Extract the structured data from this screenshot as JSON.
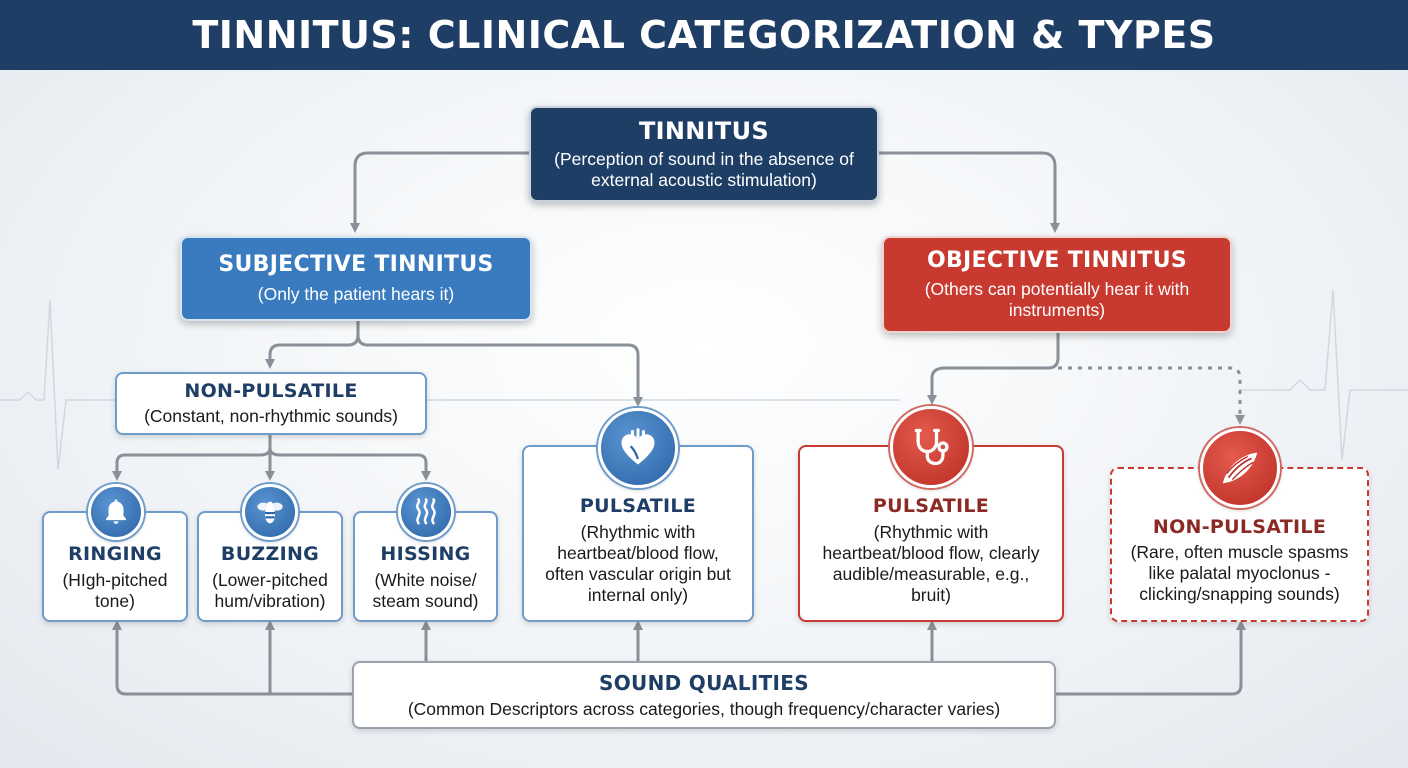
{
  "header": {
    "title": "TINNITUS: CLINICAL CATEGORIZATION & TYPES"
  },
  "root": {
    "title": "TINNITUS",
    "sub": "(Perception of sound in the absence of external acoustic stimulation)"
  },
  "subjective": {
    "title": "SUBJECTIVE TINNITUS",
    "sub": "(Only the patient hears it)"
  },
  "objective": {
    "title": "OBJECTIVE TINNITUS",
    "sub": "(Others can potentially hear it with instruments)"
  },
  "subj_nonpulsatile": {
    "title": "NON-PULSATILE",
    "sub": "(Constant, non-rhythmic sounds)"
  },
  "ringing": {
    "title": "RINGING",
    "sub": "(HIgh-pitched tone)",
    "icon": "bell-icon"
  },
  "buzzing": {
    "title": "BUZZING",
    "sub": "(Lower-pitched hum/vibration)",
    "icon": "bee-icon"
  },
  "hissing": {
    "title": "HISSING",
    "sub": "(White noise/ steam sound)",
    "icon": "steam-icon"
  },
  "subj_pulsatile": {
    "title": "PULSATILE",
    "sub": "(Rhythmic with heartbeat/blood flow, often vascular origin but internal only)",
    "icon": "heart-icon"
  },
  "obj_pulsatile": {
    "title": "PULSATILE",
    "sub": "(Rhythmic with heartbeat/blood flow, clearly audible/measurable, e.g., bruit)",
    "icon": "stethoscope-icon"
  },
  "obj_nonpulsatile": {
    "title": "NON-PULSATILE",
    "sub": "(Rare, often muscle spasms like palatal myoclonus - clicking/snapping sounds)",
    "icon": "muscle-icon"
  },
  "qualities": {
    "title": "SOUND QUALITIES",
    "sub": "(Common Descriptors across categories, though frequency/character varies)"
  },
  "colors": {
    "navy": "#1f3e66",
    "blue": "#3a7bbf",
    "red": "#c8392f",
    "connector": "#8a9098"
  }
}
